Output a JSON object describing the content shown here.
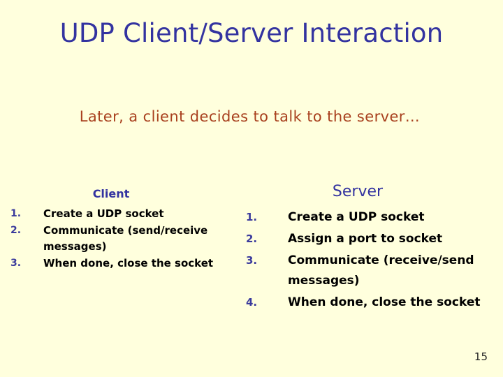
{
  "slide": {
    "title": "UDP Client/Server Interaction",
    "subtitle": "Later, a client decides to talk to the server…",
    "page_number": "15",
    "colors": {
      "background": "#ffffdd",
      "title": "#3333a0",
      "subtitle": "#a8401e",
      "heading": "#3333a0",
      "number": "#3a3a9c",
      "body_text": "#000000",
      "page_number": "#222222"
    }
  },
  "columns": {
    "client": {
      "heading": "Client",
      "steps": [
        {
          "num": "1.",
          "text": "Create a UDP socket"
        },
        {
          "num": "2.",
          "text": "Communicate (send/receive messages)"
        },
        {
          "num": "3.",
          "text": "When done, close the socket"
        }
      ]
    },
    "server": {
      "heading": "Server",
      "steps": [
        {
          "num": "1.",
          "text": "Create a UDP socket"
        },
        {
          "num": "2.",
          "text": "Assign a port to socket"
        },
        {
          "num": "3.",
          "text": "Communicate (receive/send messages)"
        },
        {
          "num": "4.",
          "text": "When done, close the socket"
        }
      ]
    }
  }
}
